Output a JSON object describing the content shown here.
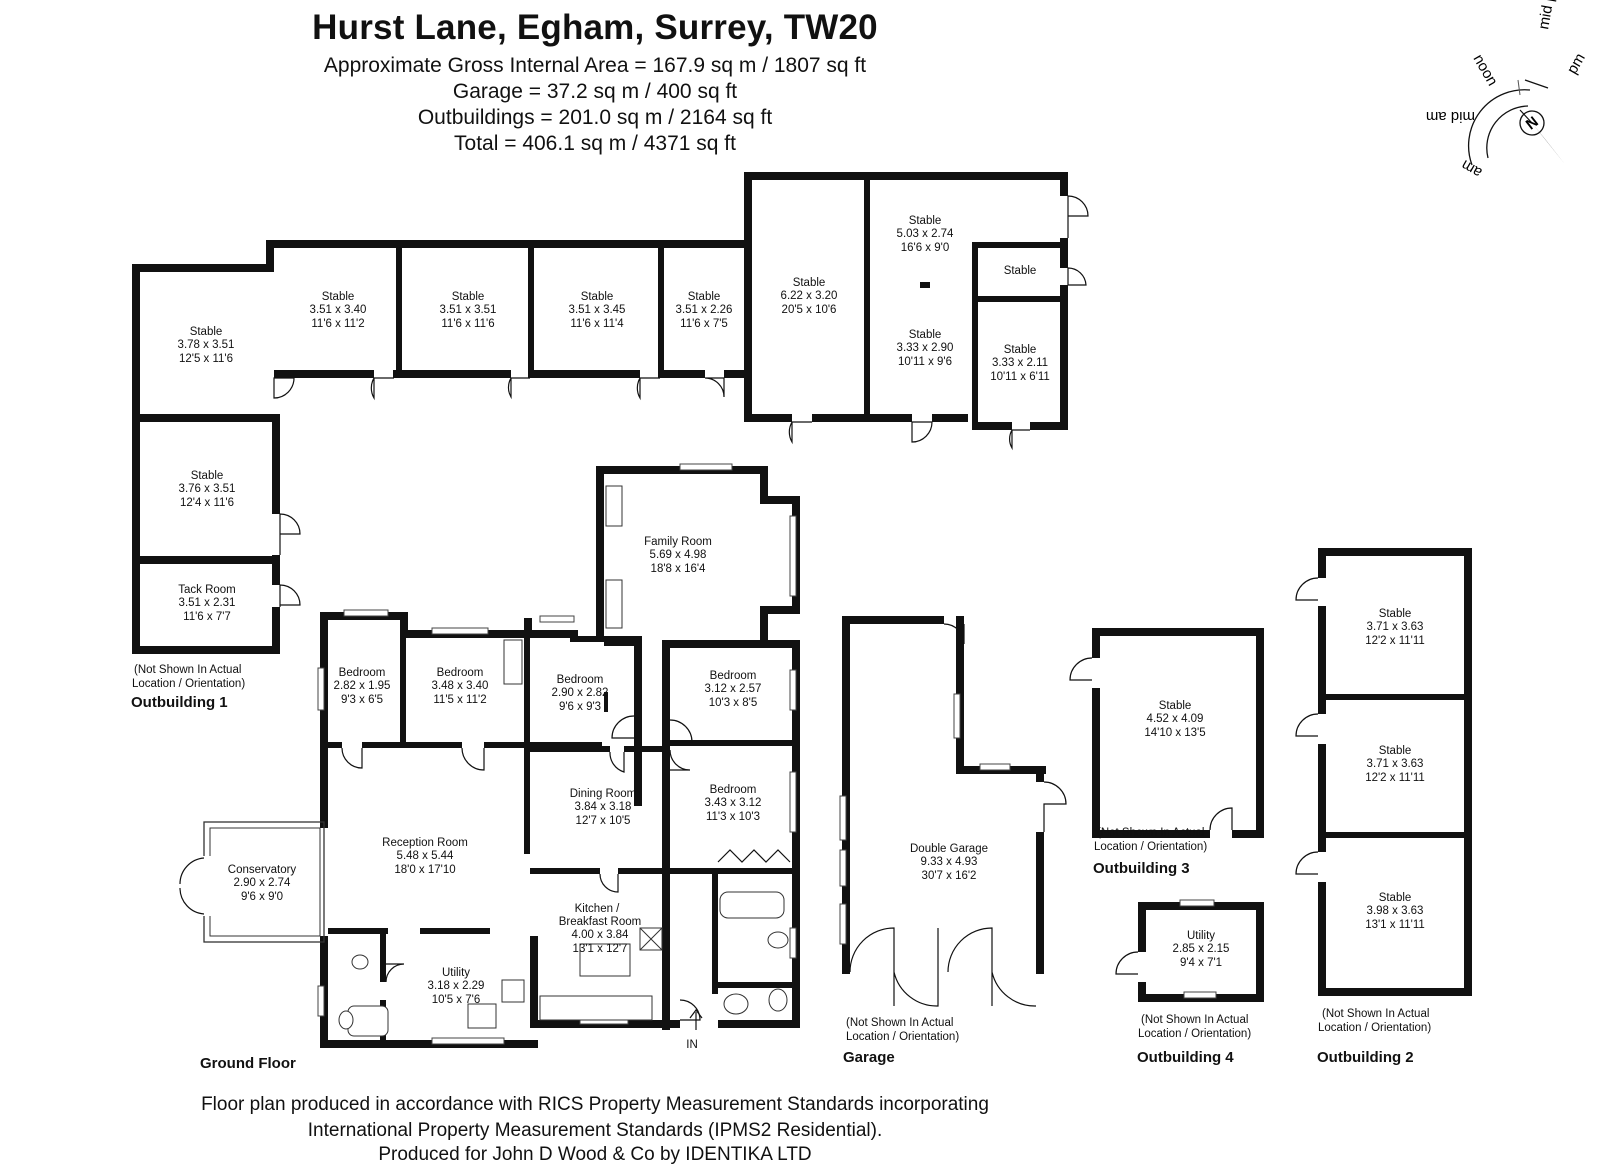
{
  "header": {
    "title": "Hurst Lane, Egham, Surrey, TW20",
    "lines": [
      "Approximate Gross Internal Area = 167.9 sq m / 1807 sq ft",
      "Garage = 37.2 sq m / 400 sq ft",
      "Outbuildings = 201.0 sq m / 2164 sq ft",
      "Total = 406.1 sq m / 4371 sq ft"
    ]
  },
  "compass": {
    "north": "N",
    "labels": [
      "mid pm",
      "noon",
      "pm",
      "mid am",
      "am"
    ]
  },
  "sections": {
    "outbuilding1": "Outbuilding 1",
    "outbuilding2": "Outbuilding 2",
    "outbuilding3": "Outbuilding 3",
    "outbuilding4": "Outbuilding 4",
    "garage": "Garage",
    "ground_floor": "Ground Floor"
  },
  "notes": {
    "not_shown_1": "(Not Shown In Actual",
    "not_shown_2": "Location / Orientation)",
    "entrance": "IN"
  },
  "rooms": {
    "st_a": {
      "name": "Stable",
      "m": "3.78 x 3.51",
      "ft": "12'5 x 11'6"
    },
    "st_b": {
      "name": "Stable",
      "m": "3.51 x 3.40",
      "ft": "11'6 x 11'2"
    },
    "st_c": {
      "name": "Stable",
      "m": "3.51 x 3.51",
      "ft": "11'6 x 11'6"
    },
    "st_d": {
      "name": "Stable",
      "m": "3.51 x 3.45",
      "ft": "11'6 x 11'4"
    },
    "st_e": {
      "name": "Stable",
      "m": "3.51 x 2.26",
      "ft": "11'6 x 7'5"
    },
    "st_f": {
      "name": "Stable",
      "m": "6.22 x 3.20",
      "ft": "20'5 x 10'6"
    },
    "st_g": {
      "name": "Stable",
      "m": "5.03 x 2.74",
      "ft": "16'6 x 9'0"
    },
    "st_h": {
      "name": "Stable"
    },
    "st_i": {
      "name": "Stable",
      "m": "3.33 x 2.90",
      "ft": "10'11 x 9'6"
    },
    "st_j": {
      "name": "Stable",
      "m": "3.33 x 2.11",
      "ft": "10'11 x 6'11"
    },
    "st_k": {
      "name": "Stable",
      "m": "3.76 x 3.51",
      "ft": "12'4 x 11'6"
    },
    "tack": {
      "name": "Tack Room",
      "m": "3.51 x 2.31",
      "ft": "11'6 x 7'7"
    },
    "family": {
      "name": "Family Room",
      "m": "5.69 x 4.98",
      "ft": "18'8 x 16'4"
    },
    "bed1": {
      "name": "Bedroom",
      "m": "2.82 x 1.95",
      "ft": "9'3 x 6'5"
    },
    "bed2": {
      "name": "Bedroom",
      "m": "3.48 x 3.40",
      "ft": "11'5 x 11'2"
    },
    "bed3": {
      "name": "Bedroom",
      "m": "2.90 x 2.82",
      "ft": "9'6 x 9'3"
    },
    "bed4": {
      "name": "Bedroom",
      "m": "3.12 x 2.57",
      "ft": "10'3 x 8'5"
    },
    "bed5": {
      "name": "Bedroom",
      "m": "3.43 x 3.12",
      "ft": "11'3 x 10'3"
    },
    "dining": {
      "name": "Dining Room",
      "m": "3.84 x 3.18",
      "ft": "12'7 x 10'5"
    },
    "recep": {
      "name": "Reception Room",
      "m": "5.48 x 5.44",
      "ft": "18'0 x 17'10"
    },
    "cons": {
      "name": "Conservatory",
      "m": "2.90 x 2.74",
      "ft": "9'6 x 9'0"
    },
    "kitchen": {
      "name": "Kitchen /",
      "name2": "Breakfast Room",
      "m": "4.00 x 3.84",
      "ft": "13'1 x 12'7"
    },
    "utility": {
      "name": "Utility",
      "m": "3.18 x 2.29",
      "ft": "10'5 x 7'6"
    },
    "garage": {
      "name": "Double Garage",
      "m": "9.33 x 4.93",
      "ft": "30'7 x 16'2"
    },
    "ob3": {
      "name": "Stable",
      "m": "4.52 x 4.09",
      "ft": "14'10 x 13'5"
    },
    "ob4": {
      "name": "Utility",
      "m": "2.85 x 2.15",
      "ft": "9'4 x 7'1"
    },
    "ob2a": {
      "name": "Stable",
      "m": "3.71 x 3.63",
      "ft": "12'2 x 11'11"
    },
    "ob2b": {
      "name": "Stable",
      "m": "3.71 x 3.63",
      "ft": "12'2 x 11'11"
    },
    "ob2c": {
      "name": "Stable",
      "m": "3.98 x 3.63",
      "ft": "13'1 x 11'11"
    }
  },
  "footer": {
    "lines": [
      "Floor plan produced in accordance with RICS Property Measurement Standards incorporating",
      "International Property Measurement Standards (IPMS2 Residential).",
      "Produced for John D Wood & Co by IDENTIKA LTD"
    ]
  }
}
